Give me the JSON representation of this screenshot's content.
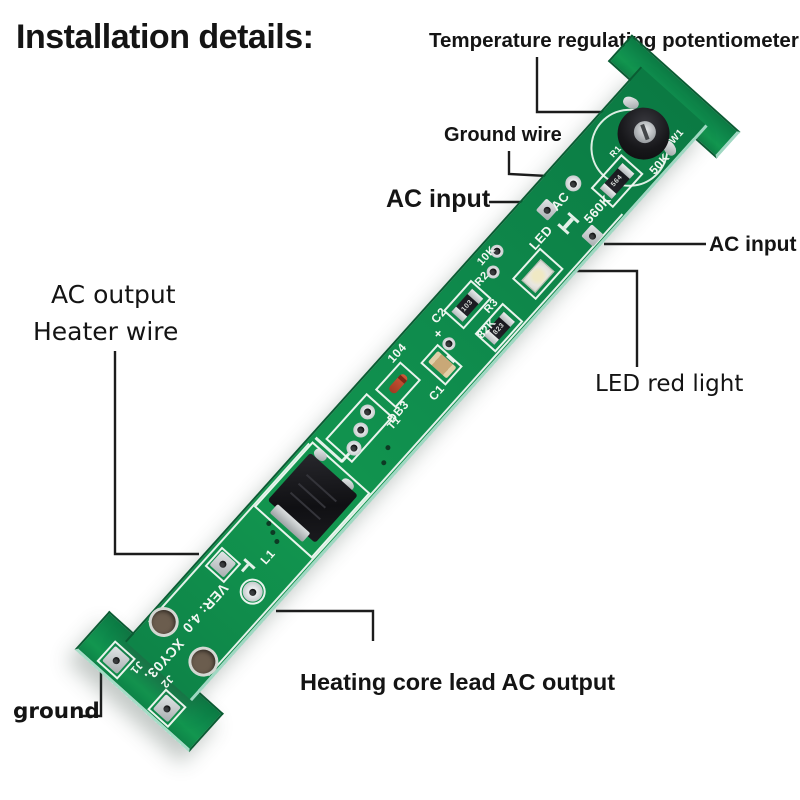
{
  "title": "Installation details:",
  "annotations": {
    "potentiometer": "Temperature regulating potentiometer",
    "ground_wire": "Ground wire",
    "ac_input_left": "AC input",
    "ac_input_right": "AC input",
    "ac_output": "AC output",
    "heater_wire": "Heater wire",
    "led_red_light": "LED red light",
    "heating_core": "Heating core lead AC output",
    "ground": "ground"
  },
  "board": {
    "silkscreen": {
      "pot_ref": "W1",
      "pot_value": "50K",
      "r1_ref": "R1",
      "r1_value": "560K",
      "ac": "AC",
      "led": "LED",
      "r2_value": "10K",
      "r2_ref": "R2",
      "r3_ref": "R3",
      "r3_value": "82K",
      "c2_ref": "C2",
      "c2_polarity": "+",
      "cap_code": "104",
      "c1_ref": "C1",
      "db3": "DB3",
      "t1_ref": "T1",
      "l1_ref": "L1",
      "version": "VER: 4.0",
      "model": "XCY03.",
      "j1": "J1",
      "j2": "J2"
    },
    "markings": {
      "r1": "564",
      "r2": "103",
      "r3": "823"
    },
    "colors": {
      "solder_mask": "#0E8449",
      "silkscreen": "#F2F7F2",
      "pad": "#C9CDCE",
      "annotation_line": "#1C1C1C"
    }
  }
}
